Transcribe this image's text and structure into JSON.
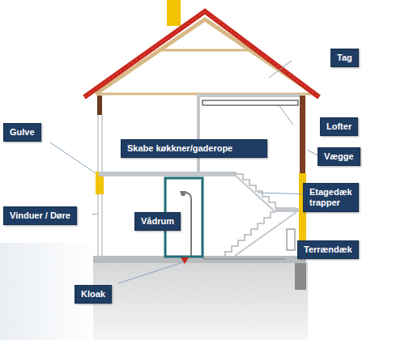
{
  "diagram": {
    "nodes": [
      {
        "text": [
          "Tag"
        ]
      },
      {
        "text": [
          "Lofter"
        ]
      },
      {
        "text": [
          "Gulve"
        ]
      },
      {
        "text": [
          "Skabe køkkner/gaderope"
        ]
      },
      {
        "text": [
          "Vægge"
        ]
      },
      {
        "text": [
          "Etagedæk trapper"
        ]
      },
      {
        "text": [
          "Vinduer / Døre"
        ]
      },
      {
        "text": [
          "Vådrum"
        ]
      },
      {
        "text": [
          "Terrændæk"
        ]
      },
      {
        "text": [
          "Kloak"
        ]
      }
    ]
  }
}
